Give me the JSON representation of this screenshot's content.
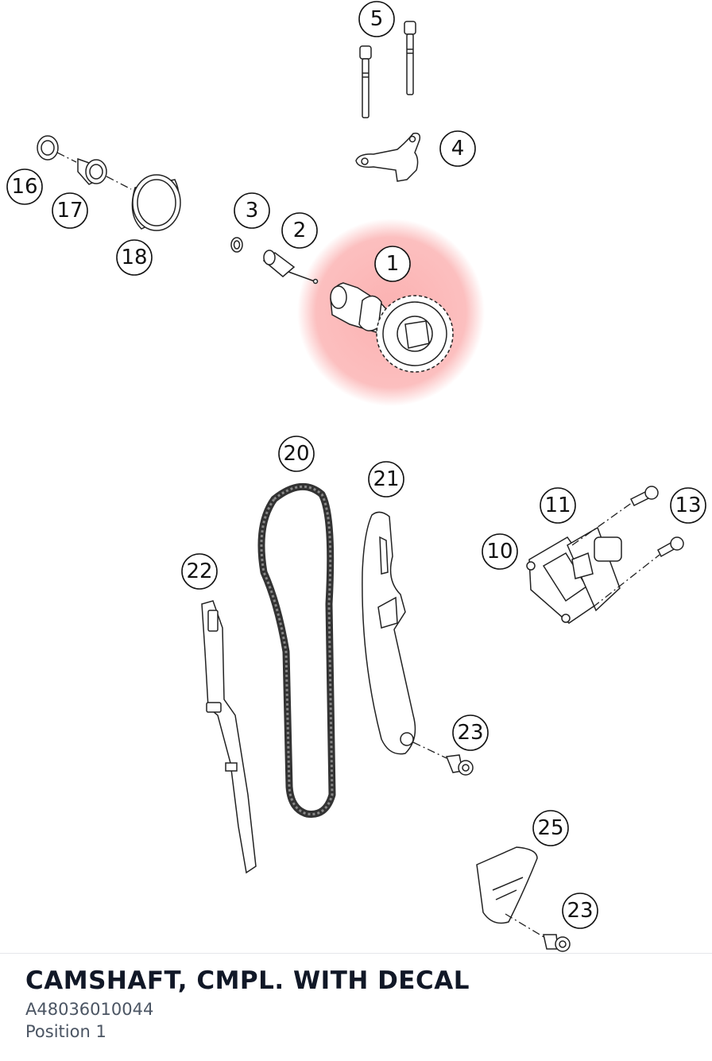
{
  "diagram": {
    "highlight_color": "#f87171",
    "callouts": [
      "1",
      "2",
      "3",
      "4",
      "5",
      "10",
      "11",
      "13",
      "16",
      "17",
      "18",
      "20",
      "21",
      "22",
      "23",
      "23",
      "25"
    ]
  },
  "selection": {
    "title": "CAMSHAFT, CMPL. WITH DECAL",
    "part_number": "A48036010044",
    "position": "Position 1"
  }
}
